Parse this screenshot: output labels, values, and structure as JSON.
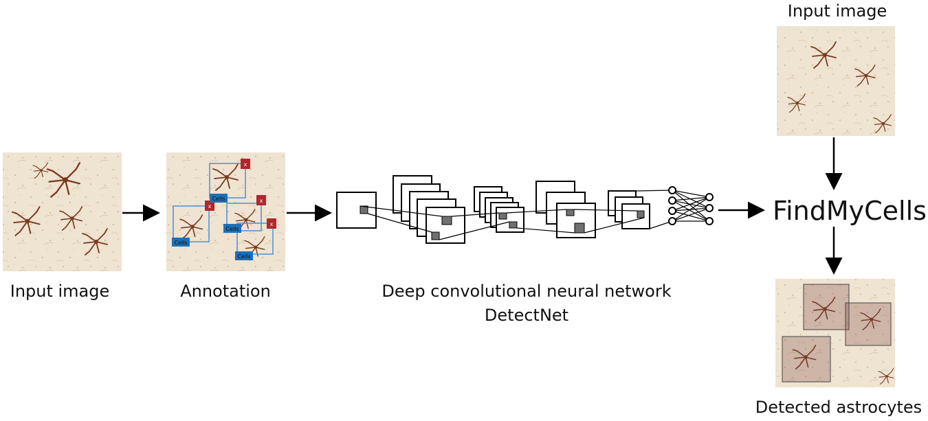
{
  "labels": {
    "input_image_left": "Input image",
    "annotation": "Annotation",
    "network_line1": "Deep convolutional neural network",
    "network_line2": "DetectNet",
    "input_image_right": "Input image",
    "tool": "FindMyCells",
    "detected": "Detected astrocytes"
  },
  "annotation_tags": {
    "tag1": "Cells",
    "tag2": "Cells",
    "tag3": "Cells",
    "tag4": "Cells",
    "close": "x"
  },
  "colors": {
    "tissue_bg": "#efe3d2",
    "cell_stain": "#7a3b1c",
    "annotation_box": "#4a90d9",
    "annotation_tag": "#1f6fb5",
    "annotation_close": "#b3262b"
  }
}
